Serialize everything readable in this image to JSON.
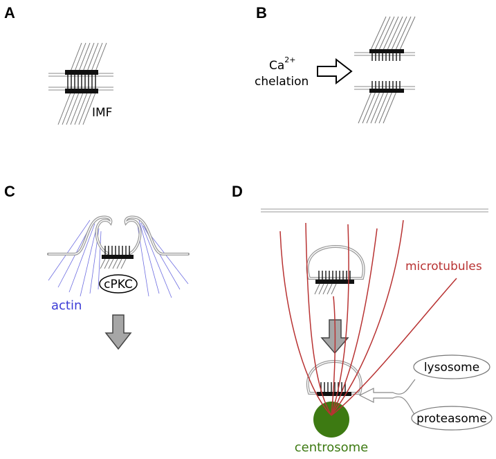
{
  "panels": {
    "a": {
      "letter": "A",
      "imf_label": "IMF"
    },
    "b": {
      "letter": "B",
      "ion_base": "Ca",
      "ion_charge": "2+",
      "process_label": "chelation"
    },
    "c": {
      "letter": "C",
      "actin_label": "actin",
      "kinase_label": "cPKC"
    },
    "d": {
      "letter": "D",
      "microtubules_label": "microtubules",
      "lysosome_label": "lysosome",
      "proteasome_label": "proteasome",
      "centrosome_label": "centrosome"
    }
  },
  "colors": {
    "actin": "#3b3bd6",
    "microtubules": "#b83232",
    "centrosome": "#3d7a12",
    "membrane": "#9a9a9a",
    "arrow_fill": "#a6a6a6"
  }
}
